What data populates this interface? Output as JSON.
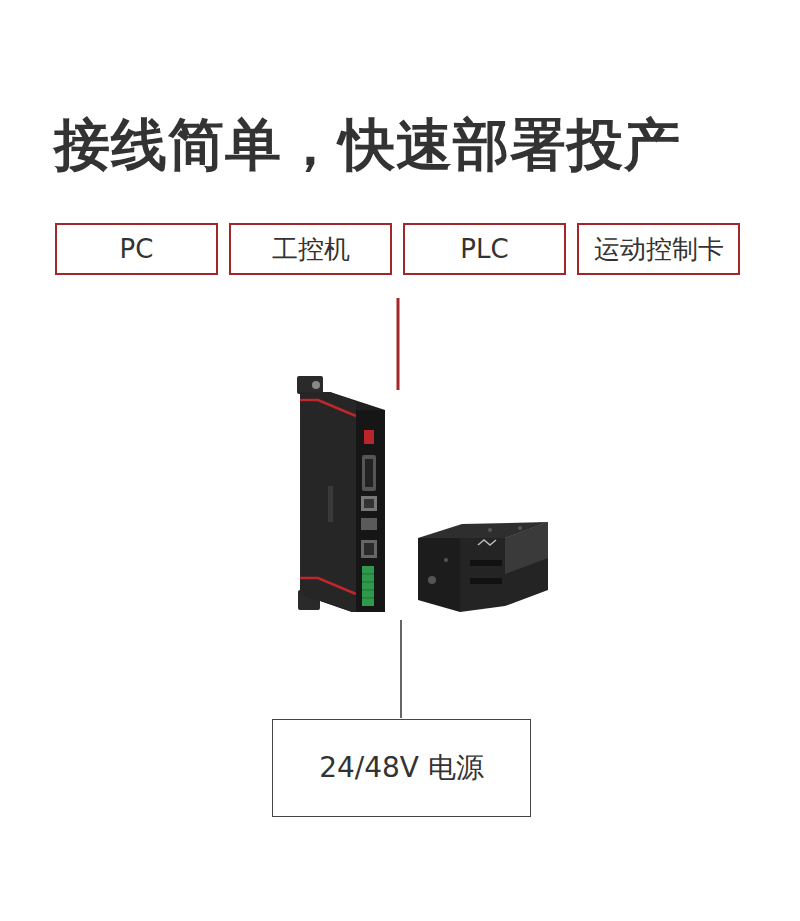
{
  "diagram": {
    "title": "接线简单，快速部署投产",
    "nodes": [
      {
        "text": [
          "PC"
        ]
      },
      {
        "text": [
          "工控机"
        ]
      },
      {
        "text": [
          "PLC"
        ]
      },
      {
        "text": [
          "运动控制卡"
        ]
      },
      {
        "text": [
          "24/48V 电源"
        ]
      }
    ]
  }
}
